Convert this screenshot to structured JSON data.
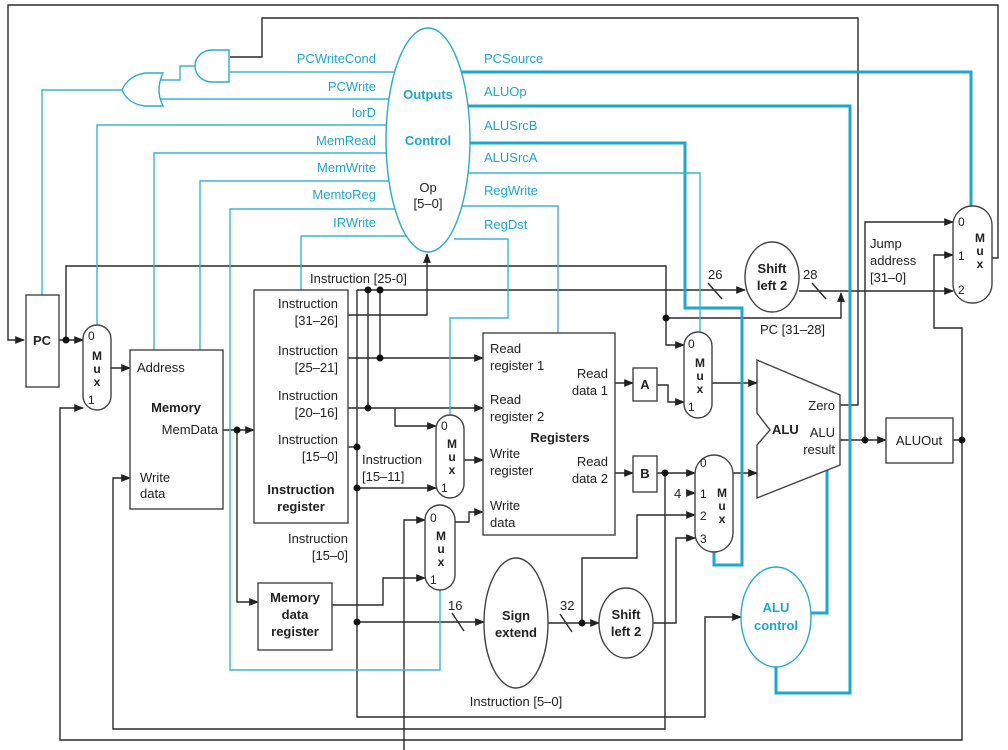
{
  "control": {
    "title_outputs": "Outputs",
    "title_control": "Control",
    "op": "Op",
    "op_bits": "[5–0]",
    "left_signals": [
      "PCWriteCond",
      "PCWrite",
      "IorD",
      "MemRead",
      "MemWrite",
      "MemtoReg",
      "IRWrite"
    ],
    "right_signals": [
      "PCSource",
      "ALUOp",
      "ALUSrcB",
      "ALUSrcA",
      "RegWrite",
      "RegDst"
    ]
  },
  "blocks": {
    "pc": "PC",
    "memory": {
      "address": "Address",
      "title": "Memory",
      "memdata": "MemData",
      "write_data_1": "Write",
      "write_data_2": "data"
    },
    "ir": {
      "fields": [
        [
          "Instruction",
          "[31–26]"
        ],
        [
          "Instruction",
          "[25–21]"
        ],
        [
          "Instruction",
          "[20–16]"
        ],
        [
          "Instruction",
          "[15–0]"
        ]
      ],
      "title_1": "Instruction",
      "title_2": "register"
    },
    "mdr": [
      "Memory",
      "data",
      "register"
    ],
    "registers": {
      "read_reg1": [
        "Read",
        "register 1"
      ],
      "read_reg2": [
        "Read",
        "register 2"
      ],
      "write_reg": [
        "Write",
        "register"
      ],
      "write_data": [
        "Write",
        "data"
      ],
      "read_data1": [
        "Read",
        "data 1"
      ],
      "read_data2": [
        "Read",
        "data 2"
      ],
      "title": "Registers"
    },
    "a": "A",
    "b": "B",
    "alu": {
      "title": "ALU",
      "zero": "Zero",
      "result_1": "ALU",
      "result_2": "result"
    },
    "aluout": "ALUOut",
    "alu_control": [
      "ALU",
      "control"
    ],
    "sign_extend": [
      "Sign",
      "extend"
    ],
    "shift_left_top": [
      "Shift",
      "left 2"
    ],
    "shift_left_bottom": [
      "Shift",
      "left 2"
    ],
    "mux_letters": [
      "M",
      "u",
      "x"
    ]
  },
  "labels": {
    "instr_25_0": "Instruction [25-0]",
    "instr_15_11": [
      "Instruction",
      "[15–11]"
    ],
    "instr_15_0": [
      "Instruction",
      "[15–0]"
    ],
    "instr_5_0": "Instruction [5–0]",
    "jump_address": [
      "Jump",
      "address",
      "[31–0]"
    ],
    "pc_31_28": "PC [31–28]",
    "width_26": "26",
    "width_28": "28",
    "width_16": "16",
    "width_32": "32",
    "const_4": "4",
    "mux_inputs": [
      "0",
      "1",
      "2",
      "3"
    ]
  },
  "colors": {
    "control_blue": "#1ea6cf",
    "wire": "#2a2a2a"
  }
}
